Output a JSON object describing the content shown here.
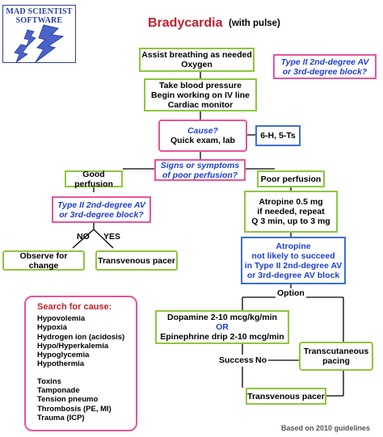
{
  "logo": {
    "line1": "MAD SCIENTIST",
    "line2": "SOFTWARE"
  },
  "header": {
    "title": "Bradycardia",
    "subtitle": "(with pulse)"
  },
  "boxes": {
    "assist": [
      "Assist breathing as needed",
      "Oxygen"
    ],
    "bp": [
      "Take blood pressure",
      "Begin working on IV line",
      "Cardiac monitor"
    ],
    "cause": [
      "Cause?",
      "Quick exam, lab"
    ],
    "hts": "6-H, 5-Ts",
    "signs": [
      "Signs or symptoms",
      "of poor perfusion?"
    ],
    "good_perfusion": "Good perfusion",
    "poor_perfusion": "Poor perfusion",
    "typeii_left": [
      "Type II 2nd-degree AV",
      "or 3rd-degree block?"
    ],
    "typeii_right": [
      "Type II 2nd-degree AV",
      "or 3rd-degree block?"
    ],
    "atropine": [
      "Atropine 0.5 mg",
      "if needed, repeat",
      "Q 3 min, up to 3 mg"
    ],
    "atropine_note": [
      "Atropine",
      "not likely to succeed",
      "in Type II 2nd-degree AV",
      "or 3rd-degree AV block"
    ],
    "observe": "Observe for change",
    "pacer_left": "Transvenous pacer",
    "dopamine": "Dopamine 2-10 mcg/kg/min",
    "or": "OR",
    "epinephrine": "Epinephrine drip 2-10 mcg/min",
    "transcutaneous": [
      "Transcutaneous",
      "pacing"
    ],
    "pacer_bottom": "Transvenous pacer"
  },
  "labels": {
    "no": "NO",
    "yes": "YES",
    "option": "Option",
    "successful": "Successful",
    "no2": "No"
  },
  "search": {
    "heading": "Search for cause:",
    "group1": [
      "Hypovolemia",
      "Hypoxia",
      "Hydrogen ion (acidosis)",
      "Hypo/Hyperkalemia",
      "Hypoglycemia",
      "Hypothermia"
    ],
    "group2": [
      "Toxins",
      "Tamponade",
      "Tension pneumo",
      "Thrombosis (PE, MI)",
      "Trauma (ICP)"
    ]
  },
  "footer": "Based on 2010 guidelines",
  "colors": {
    "green": "#8ec63f",
    "pink": "#e8559b",
    "blue": "#3f6fd8",
    "red": "#c0202e",
    "navy": "#2c3e9e"
  }
}
